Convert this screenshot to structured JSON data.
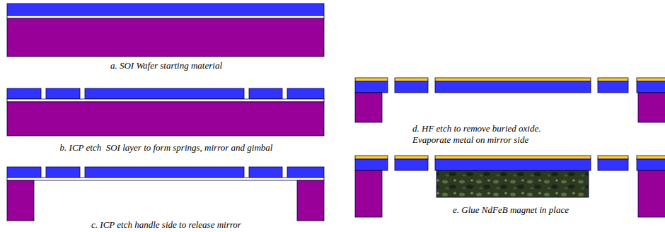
{
  "diagram": {
    "labels": [
      "a. SOI Wafer starting material",
      "b. ICP etch  SOI layer to form springs, mirror and gimbal",
      "c. ICP etch handle side to release mirror",
      "d. HF etch to remove buried oxide. Evaporate metal on mirror side",
      "e. Glue NdFeB magnet in place"
    ]
  }
}
